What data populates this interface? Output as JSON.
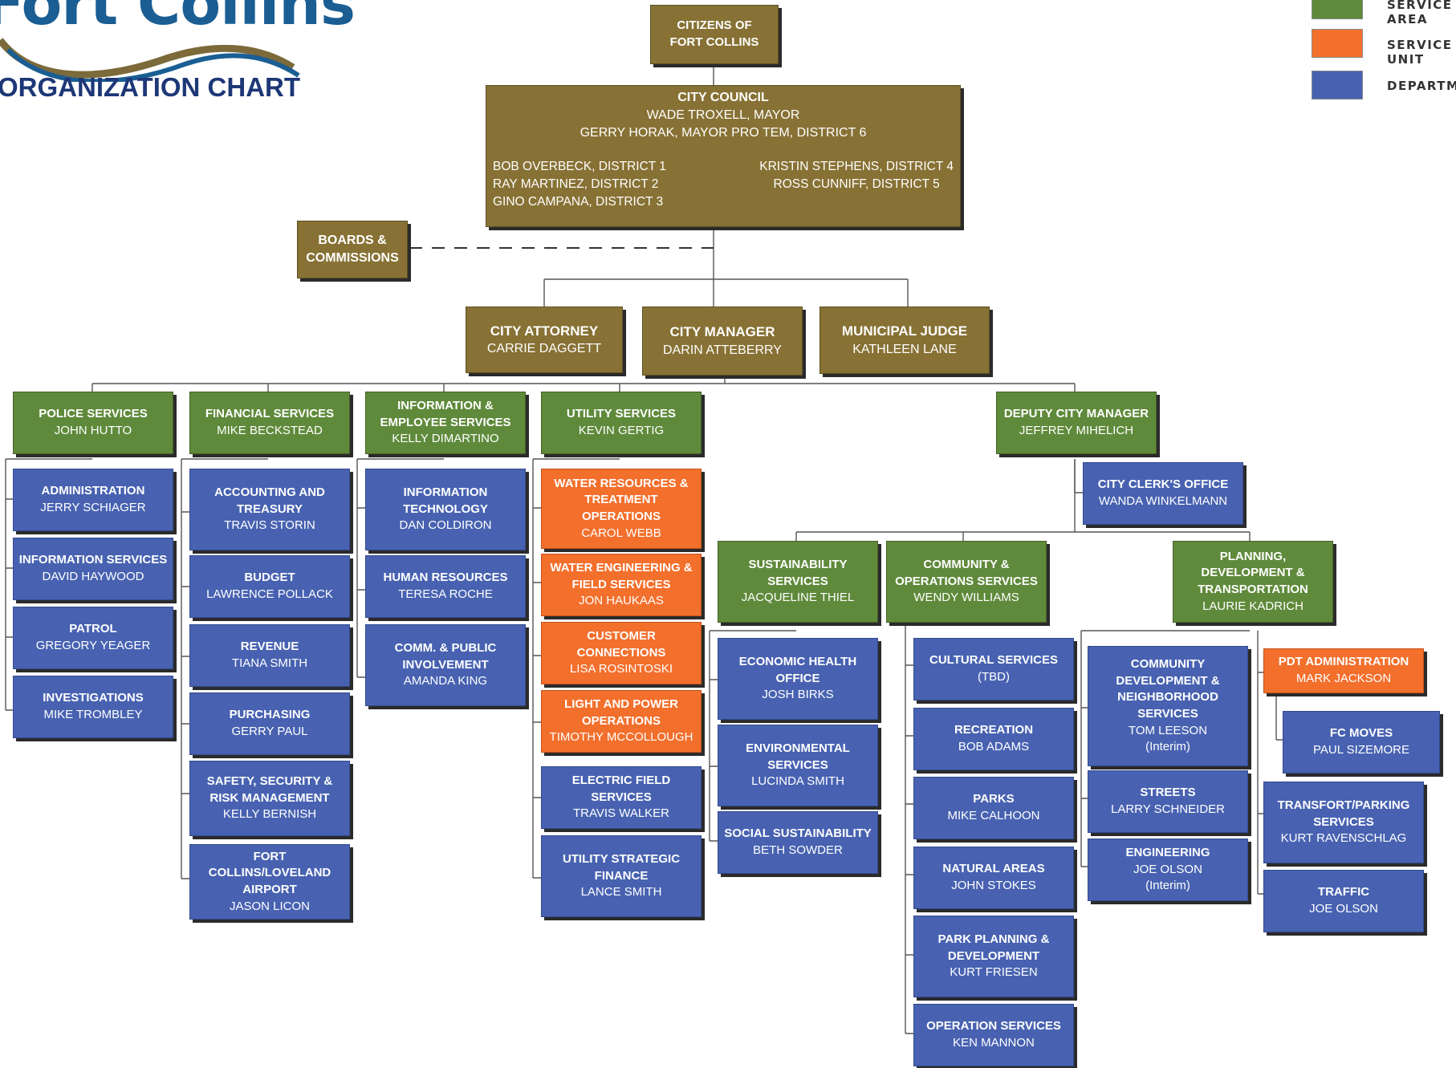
{
  "header": {
    "brand": "Fort Collins",
    "title": "ORGANIZATION CHART"
  },
  "legend": [
    {
      "label": "SERVICE AREA",
      "color": "#5f8a3b"
    },
    {
      "label": "SERVICE UNIT",
      "color": "#f36f2c"
    },
    {
      "label": "DEPARTMENT",
      "color": "#4862b1"
    }
  ],
  "top": {
    "citizens": {
      "title": "CITIZENS OF FORT COLLINS"
    },
    "council": {
      "title": "CITY COUNCIL",
      "mayor": "WADE TROXELL, MAYOR",
      "mayor_pro_tem": "GERRY HORAK, MAYOR PRO TEM, DISTRICT 6",
      "d1": "BOB OVERBECK, DISTRICT 1",
      "d2": "RAY MARTINEZ, DISTRICT 2",
      "d3": "GINO CAMPANA, DISTRICT 3",
      "d4": "KRISTIN STEPHENS, DISTRICT 4",
      "d5": "ROSS CUNNIFF, DISTRICT 5"
    },
    "boards": {
      "title": "BOARDS & COMMISSIONS"
    },
    "attorney": {
      "title": "CITY ATTORNEY",
      "name": "CARRIE DAGGETT"
    },
    "manager": {
      "title": "CITY MANAGER",
      "name": "DARIN ATTEBERRY"
    },
    "judge": {
      "title": "MUNICIPAL JUDGE",
      "name": "KATHLEEN LANE"
    }
  },
  "areas": {
    "police": {
      "title": "POLICE SERVICES",
      "name": "JOHN HUTTO"
    },
    "financial": {
      "title": "FINANCIAL SERVICES",
      "name": "MIKE BECKSTEAD"
    },
    "info_emp": {
      "title": "INFORMATION & EMPLOYEE SERVICES",
      "name": "KELLY DIMARTINO"
    },
    "utility": {
      "title": "UTILITY SERVICES",
      "name": "KEVIN GERTIG"
    },
    "deputy": {
      "title": "DEPUTY CITY MANAGER",
      "name": "JEFFREY MIHELICH"
    },
    "sustain": {
      "title": "SUSTAINABILITY SERVICES",
      "name": "JACQUELINE THIEL"
    },
    "community": {
      "title": "COMMUNITY & OPERATIONS SERVICES",
      "name": "WENDY WILLIAMS"
    },
    "pdt": {
      "title": "PLANNING, DEVELOPMENT & TRANSPORTATION",
      "name": "LAURIE KADRICH"
    }
  },
  "units": {
    "water_res": {
      "title": "WATER RESOURCES & TREATMENT OPERATIONS",
      "name": "CAROL WEBB"
    },
    "water_eng": {
      "title": "WATER ENGINEERING & FIELD SERVICES",
      "name": "JON HAUKAAS"
    },
    "customer": {
      "title": "CUSTOMER CONNECTIONS",
      "name": "LISA ROSINTOSKI"
    },
    "light_power": {
      "title": "LIGHT AND POWER OPERATIONS",
      "name": "TIMOTHY MCCOLLOUGH"
    },
    "pdt_admin": {
      "title": "PDT ADMINISTRATION",
      "name": "MARK JACKSON"
    }
  },
  "depts": {
    "admin": {
      "title": "ADMINISTRATION",
      "name": "JERRY SCHIAGER"
    },
    "info_services": {
      "title": "INFORMATION SERVICES",
      "name": "DAVID HAYWOOD"
    },
    "patrol": {
      "title": "PATROL",
      "name": "GREGORY YEAGER"
    },
    "investigations": {
      "title": "INVESTIGATIONS",
      "name": "MIKE TROMBLEY"
    },
    "accounting": {
      "title": "ACCOUNTING AND TREASURY",
      "name": "TRAVIS STORIN"
    },
    "budget": {
      "title": "BUDGET",
      "name": "LAWRENCE POLLACK"
    },
    "revenue": {
      "title": "REVENUE",
      "name": "TIANA SMITH"
    },
    "purchasing": {
      "title": "PURCHASING",
      "name": "GERRY PAUL"
    },
    "safety": {
      "title": "SAFETY, SECURITY & RISK MANAGEMENT",
      "name": "KELLY BERNISH"
    },
    "airport": {
      "title": "FORT COLLINS/LOVELAND AIRPORT",
      "name": "JASON LICON"
    },
    "it": {
      "title": "INFORMATION TECHNOLOGY",
      "name": "DAN COLDIRON"
    },
    "hr": {
      "title": "HUMAN RESOURCES",
      "name": "TERESA ROCHE"
    },
    "comm": {
      "title": "COMM. & PUBLIC INVOLVEMENT",
      "name": "AMANDA KING"
    },
    "electric": {
      "title": "ELECTRIC FIELD SERVICES",
      "name": "TRAVIS WALKER"
    },
    "utility_finance": {
      "title": "UTILITY STRATEGIC FINANCE",
      "name": "LANCE SMITH"
    },
    "clerk": {
      "title": "CITY CLERK'S OFFICE",
      "name": "WANDA WINKELMANN"
    },
    "econ": {
      "title": "ECONOMIC HEALTH OFFICE",
      "name": "JOSH BIRKS"
    },
    "env": {
      "title": "ENVIRONMENTAL SERVICES",
      "name": "LUCINDA SMITH"
    },
    "social": {
      "title": "SOCIAL SUSTAINABILITY",
      "name": "BETH SOWDER"
    },
    "cultural": {
      "title": "CULTURAL SERVICES",
      "name": "(TBD)"
    },
    "recreation": {
      "title": "RECREATION",
      "name": "BOB ADAMS"
    },
    "parks": {
      "title": "PARKS",
      "name": "MIKE CALHOON"
    },
    "natural": {
      "title": "NATURAL AREAS",
      "name": "JOHN STOKES"
    },
    "park_planning": {
      "title": "PARK PLANNING & DEVELOPMENT",
      "name": "KURT FRIESEN"
    },
    "operation": {
      "title": "OPERATION SERVICES",
      "name": "KEN MANNON"
    },
    "cdns": {
      "title": "COMMUNITY DEVELOPMENT & NEIGHBORHOOD SERVICES",
      "name": "TOM LEESON",
      "note": "(Interim)"
    },
    "streets": {
      "title": "STREETS",
      "name": "LARRY SCHNEIDER"
    },
    "engineering": {
      "title": "ENGINEERING",
      "name": "JOE OLSON",
      "note": "(Interim)"
    },
    "fcmoves": {
      "title": "FC MOVES",
      "name": "PAUL SIZEMORE"
    },
    "transfort": {
      "title": "TRANSFORT/PARKING SERVICES",
      "name": "KURT RAVENSCHLAG"
    },
    "traffic": {
      "title": "TRAFFIC",
      "name": "JOE OLSON"
    }
  }
}
